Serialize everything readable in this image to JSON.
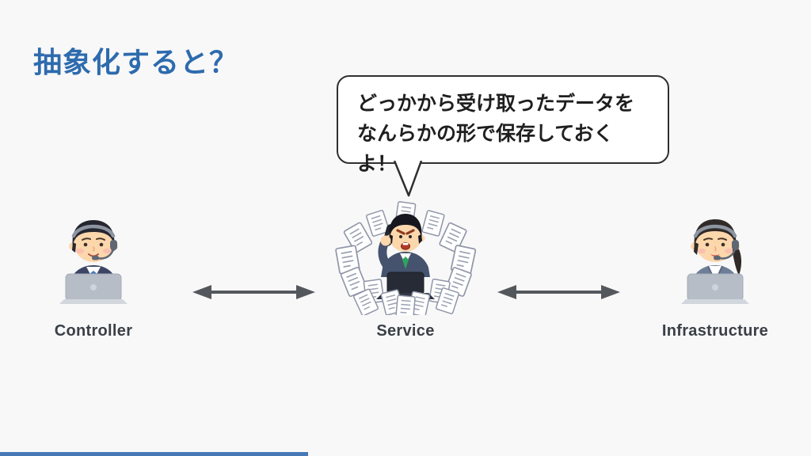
{
  "slide": {
    "title": "抽象化すると？"
  },
  "speech_bubble": {
    "lines": [
      "どっかから受け取ったデータを",
      "なんらかの形で保存しておくよ！"
    ],
    "points_to": "Service"
  },
  "nodes": [
    {
      "id": "controller",
      "label": "Controller",
      "illustration": "call-center-man-with-headset-and-laptop"
    },
    {
      "id": "service",
      "label": "Service",
      "illustration": "busy-man-buried-in-papers-on-phone"
    },
    {
      "id": "infrastructure",
      "label": "Infrastructure",
      "illustration": "call-center-woman-with-headset-and-laptop"
    }
  ],
  "connections": [
    {
      "from": "Controller",
      "to": "Service",
      "type": "double-headed-arrow"
    },
    {
      "from": "Service",
      "to": "Infrastructure",
      "type": "double-headed-arrow"
    }
  ],
  "progress_bar": {
    "width_percent": 38
  },
  "colors": {
    "background": "#f8f8f8",
    "title": "#2e6bae",
    "label": "#3a4047",
    "arrow": "#54585d",
    "bubble_border": "#2f2f2f",
    "bubble_text": "#1f1f1f",
    "progress": "#4779b6"
  }
}
